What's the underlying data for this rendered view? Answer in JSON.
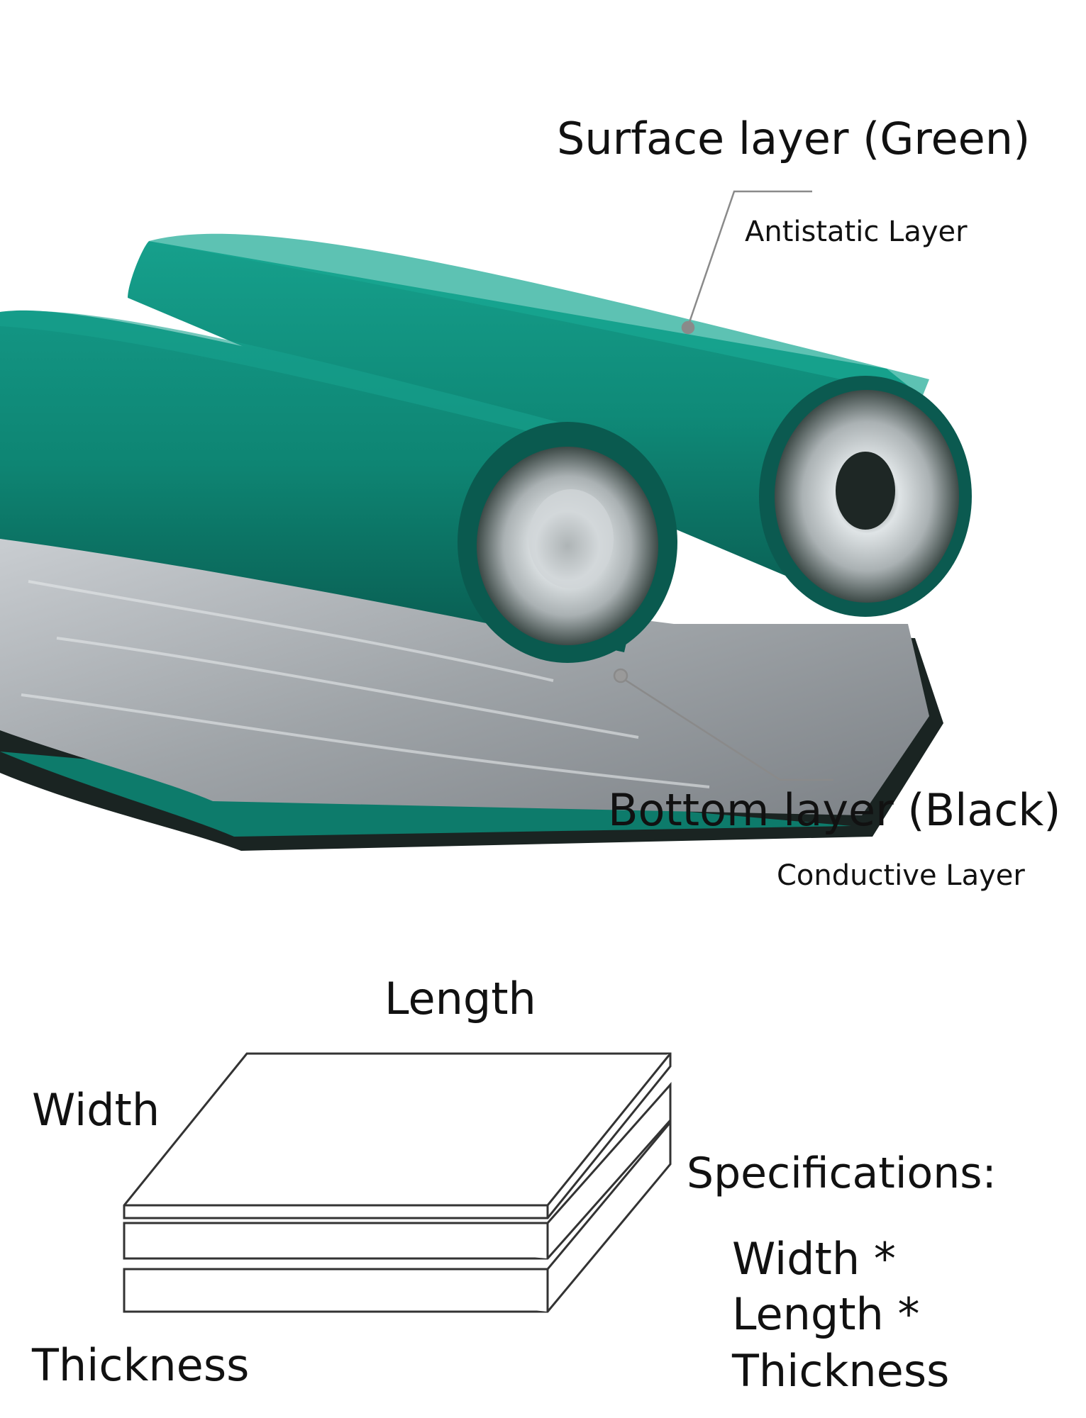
{
  "labels": {
    "surface_title": "Surface layer (Green)",
    "surface_sub": "Antistatic Layer",
    "bottom_title": "Bottom layer (Black)",
    "bottom_sub": "Conductive Layer",
    "length": "Length",
    "width": "Width",
    "thickness": "Thickness"
  },
  "specifications": {
    "title": "Specifications:",
    "line1": "Width *",
    "line2": "Length *",
    "line3": "Thickness"
  },
  "colors": {
    "mat_green": "#0f8a78",
    "mat_green_dark": "#0a5e52",
    "mat_black": "#1b1f1e",
    "film_grey": "#b9bcbf",
    "line_grey": "#8a8a8a"
  }
}
